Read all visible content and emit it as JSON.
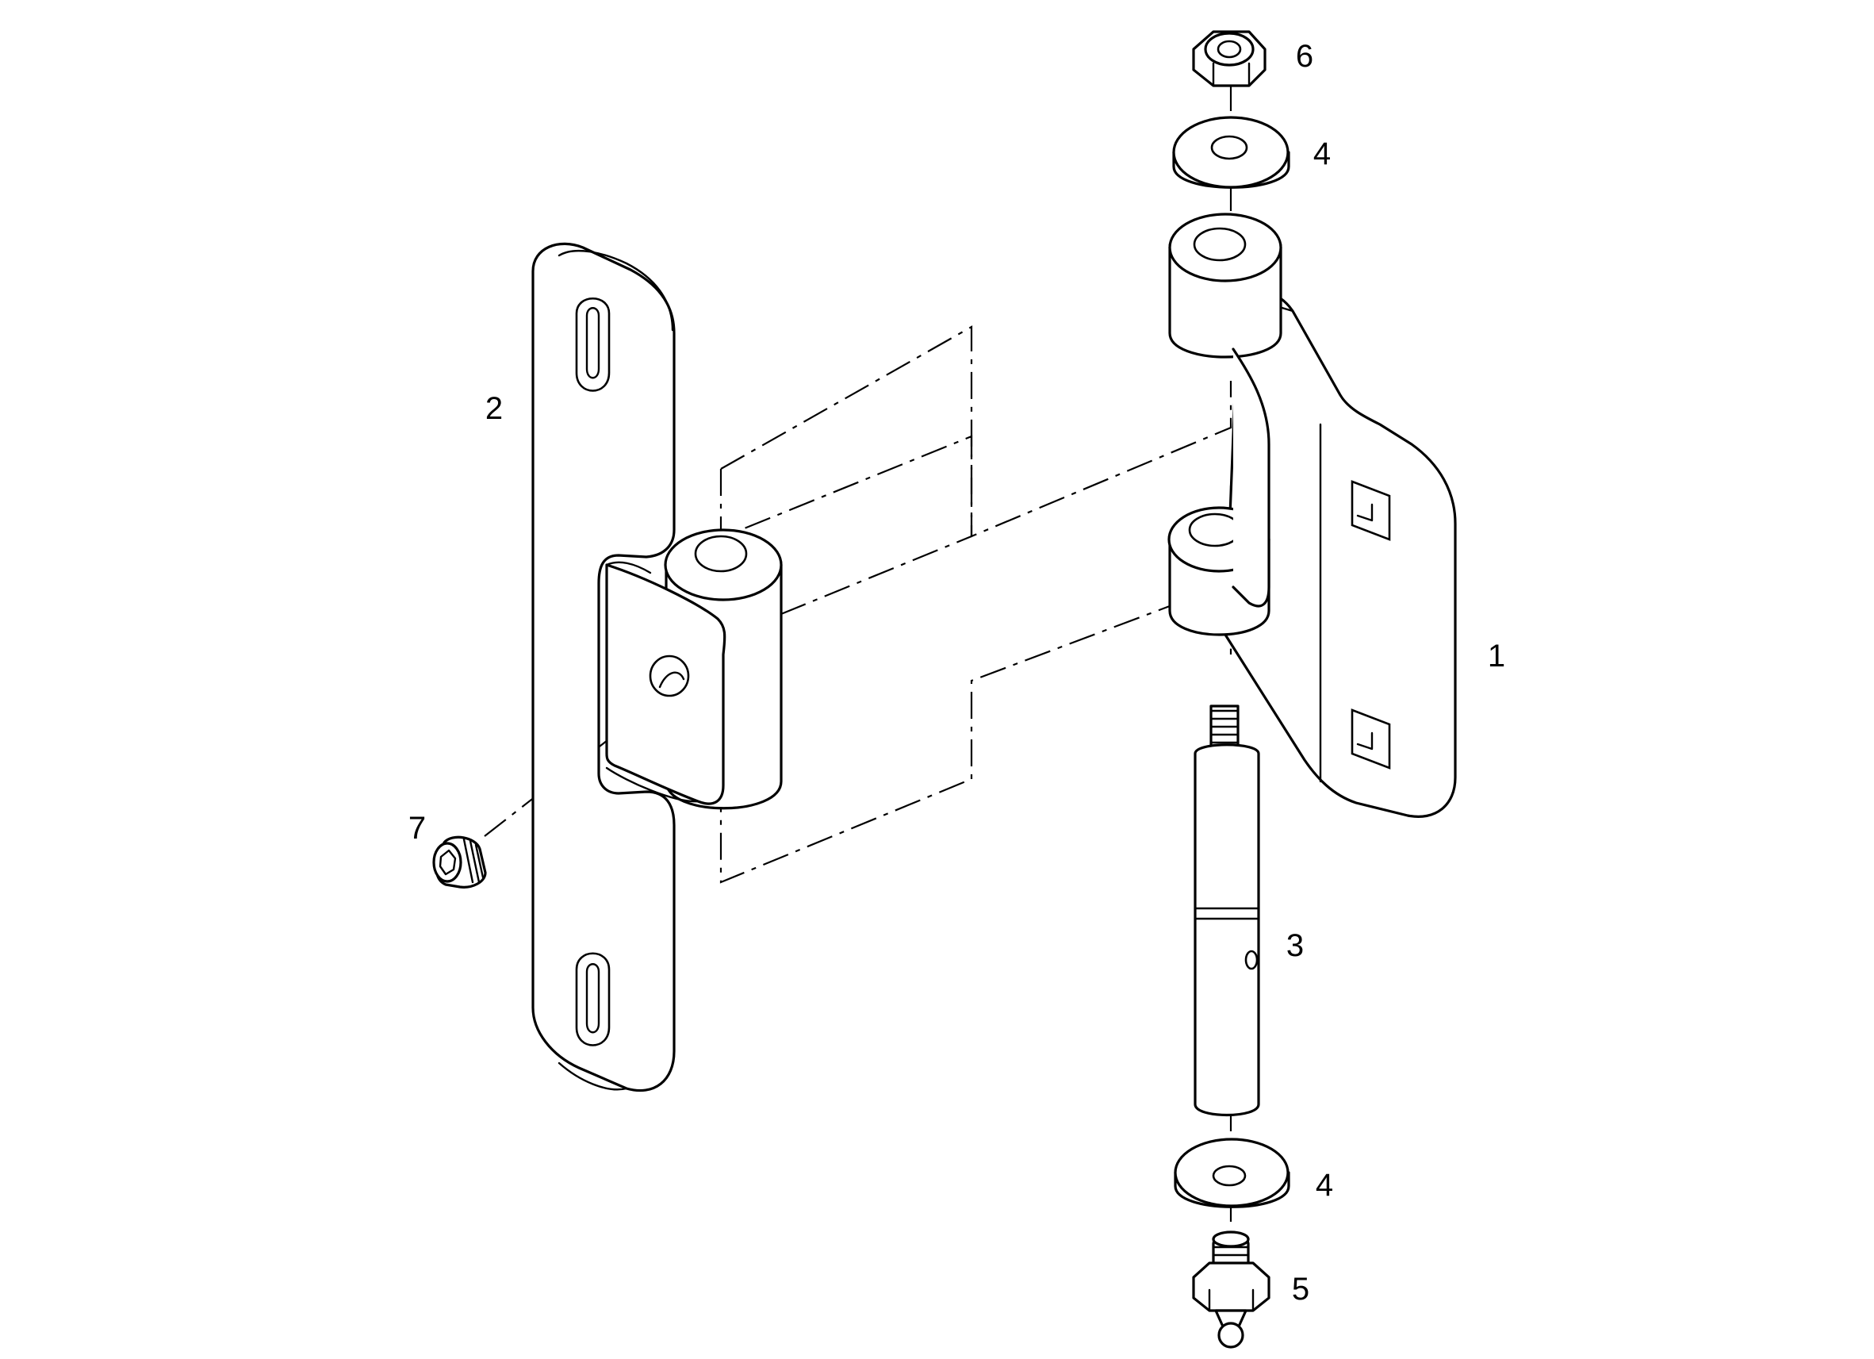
{
  "callouts": {
    "part_1": "1",
    "part_2": "2",
    "part_3": "3",
    "part_4_top": "4",
    "part_4_bottom": "4",
    "part_5": "5",
    "part_6": "6",
    "part_7": "7"
  },
  "colors": {
    "line": "#000000",
    "background": "#ffffff"
  }
}
